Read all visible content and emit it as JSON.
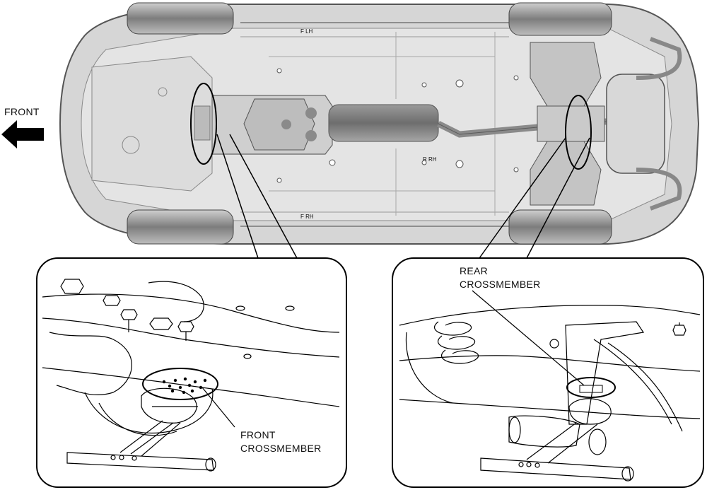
{
  "direction": {
    "label": "FRONT",
    "arrow_icon": "left-arrow-icon"
  },
  "body_marks": {
    "front_lh": "F LH",
    "front_rh": "F RH",
    "rear_rh": "R RH"
  },
  "callouts": {
    "front": {
      "line1": "FRONT",
      "line2": "CROSSMEMBER"
    },
    "rear": {
      "line1": "REAR",
      "line2": "CROSSMEMBER"
    }
  },
  "colors": {
    "body": "#d4d4d4",
    "tire": "#8a8a8a",
    "outline": "#222222",
    "line": "#111111"
  }
}
